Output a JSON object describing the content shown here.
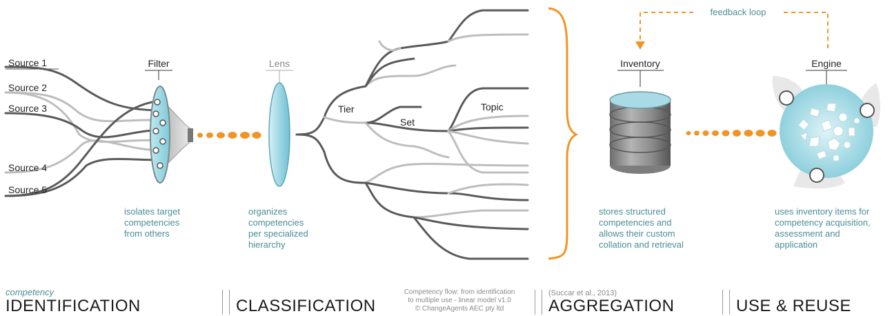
{
  "sources": [
    "Source 1",
    "Source 2",
    "Source 3",
    "Source 4",
    "Source 5"
  ],
  "stages": {
    "filter": {
      "label": "Filter",
      "description": [
        "isolates target",
        "competencies",
        "from others"
      ]
    },
    "lens": {
      "label": "Lens",
      "description": [
        "organizes",
        "competencies",
        "per specialized",
        "hierarchy"
      ]
    },
    "inventory": {
      "label": "Inventory",
      "description": [
        "stores structured",
        "competencies and",
        "allows their custom",
        "collation and retrieval"
      ]
    },
    "engine": {
      "label": "Engine",
      "description": [
        "uses inventory items for",
        "competency acquisition,",
        "assessment and",
        "application"
      ]
    }
  },
  "hierarchy": {
    "tier": "Tier",
    "set": "Set",
    "topic": "Topic"
  },
  "feedback_loop": "feedback loop",
  "footer": {
    "identification_sub": "competency",
    "identification": "IDENTIFICATION",
    "classification": "CLASSIFICATION",
    "credits": [
      "Competency flow: from identification",
      "to multiple use - linear model v1.0",
      "© ChangeAgents AEC pty ltd"
    ],
    "citation": "(Succar et al., 2013)",
    "aggregation": "AGGREGATION",
    "use_reuse": "USE & REUSE"
  },
  "colors": {
    "accent": "#f39321",
    "teal": "#4a8e96",
    "dark_line": "#5a5a5a",
    "light_line": "#bdbdbd",
    "lens_blue": "#a9dde8"
  }
}
